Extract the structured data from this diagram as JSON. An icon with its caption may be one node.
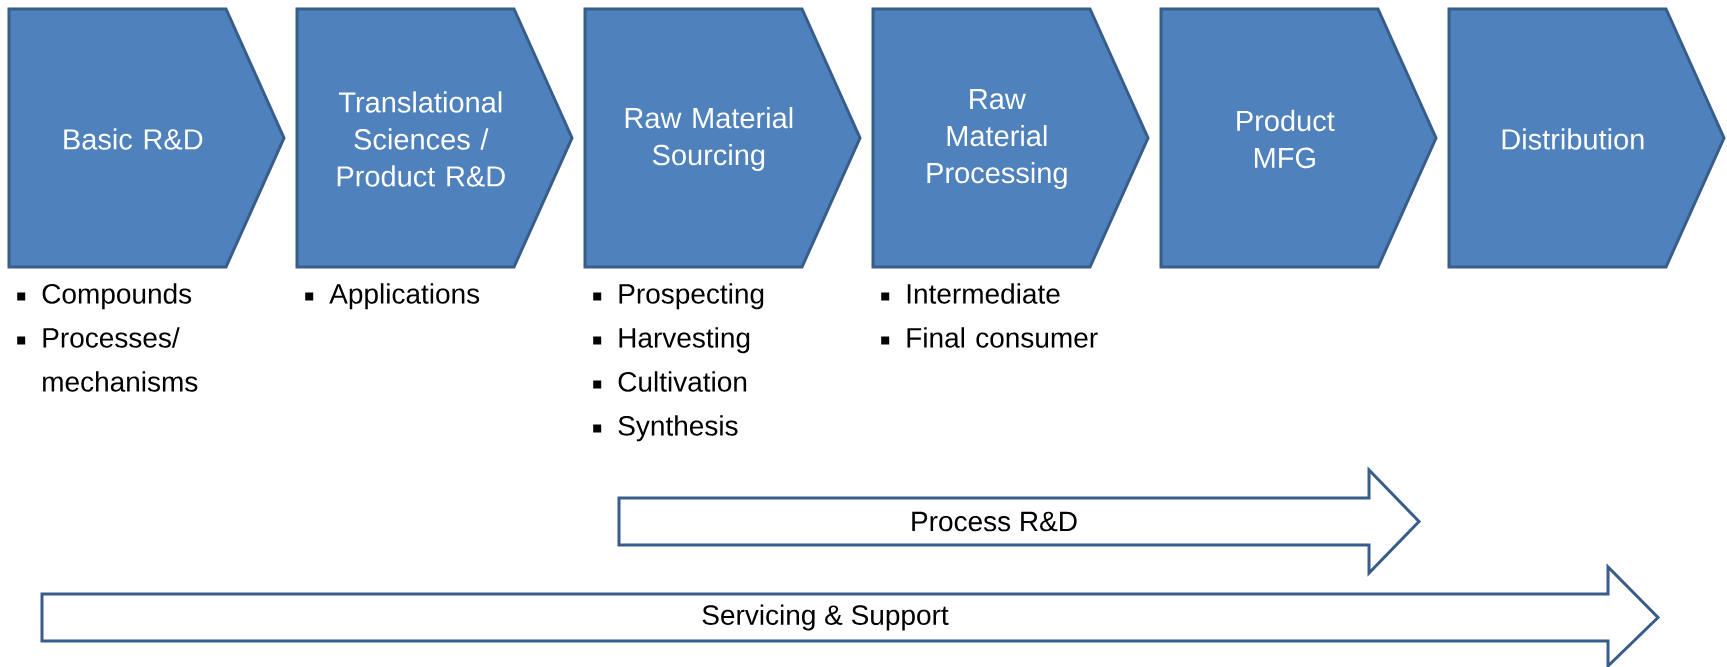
{
  "diagram": {
    "nodes": [
      {
        "text": [
          "Basic R&D"
        ],
        "beside": [
          "Compounds",
          "Processes/ mechanisms"
        ]
      },
      {
        "text": [
          "Translational Sciences / Product R&D"
        ],
        "beside": [
          "Applications"
        ]
      },
      {
        "text": [
          "Raw Material Sourcing"
        ],
        "beside": [
          "Prospecting",
          "Harvesting",
          "Cultivation",
          "Synthesis"
        ]
      },
      {
        "text": [
          "Raw Material Processing"
        ],
        "beside": [
          "Intermediate",
          "Final consumer"
        ]
      },
      {
        "text": [
          "Product MFG"
        ]
      },
      {
        "text": [
          "Distribution"
        ]
      },
      {
        "text": [
          "Process R&D"
        ]
      },
      {
        "text": [
          "Servicing & Support"
        ]
      }
    ]
  }
}
